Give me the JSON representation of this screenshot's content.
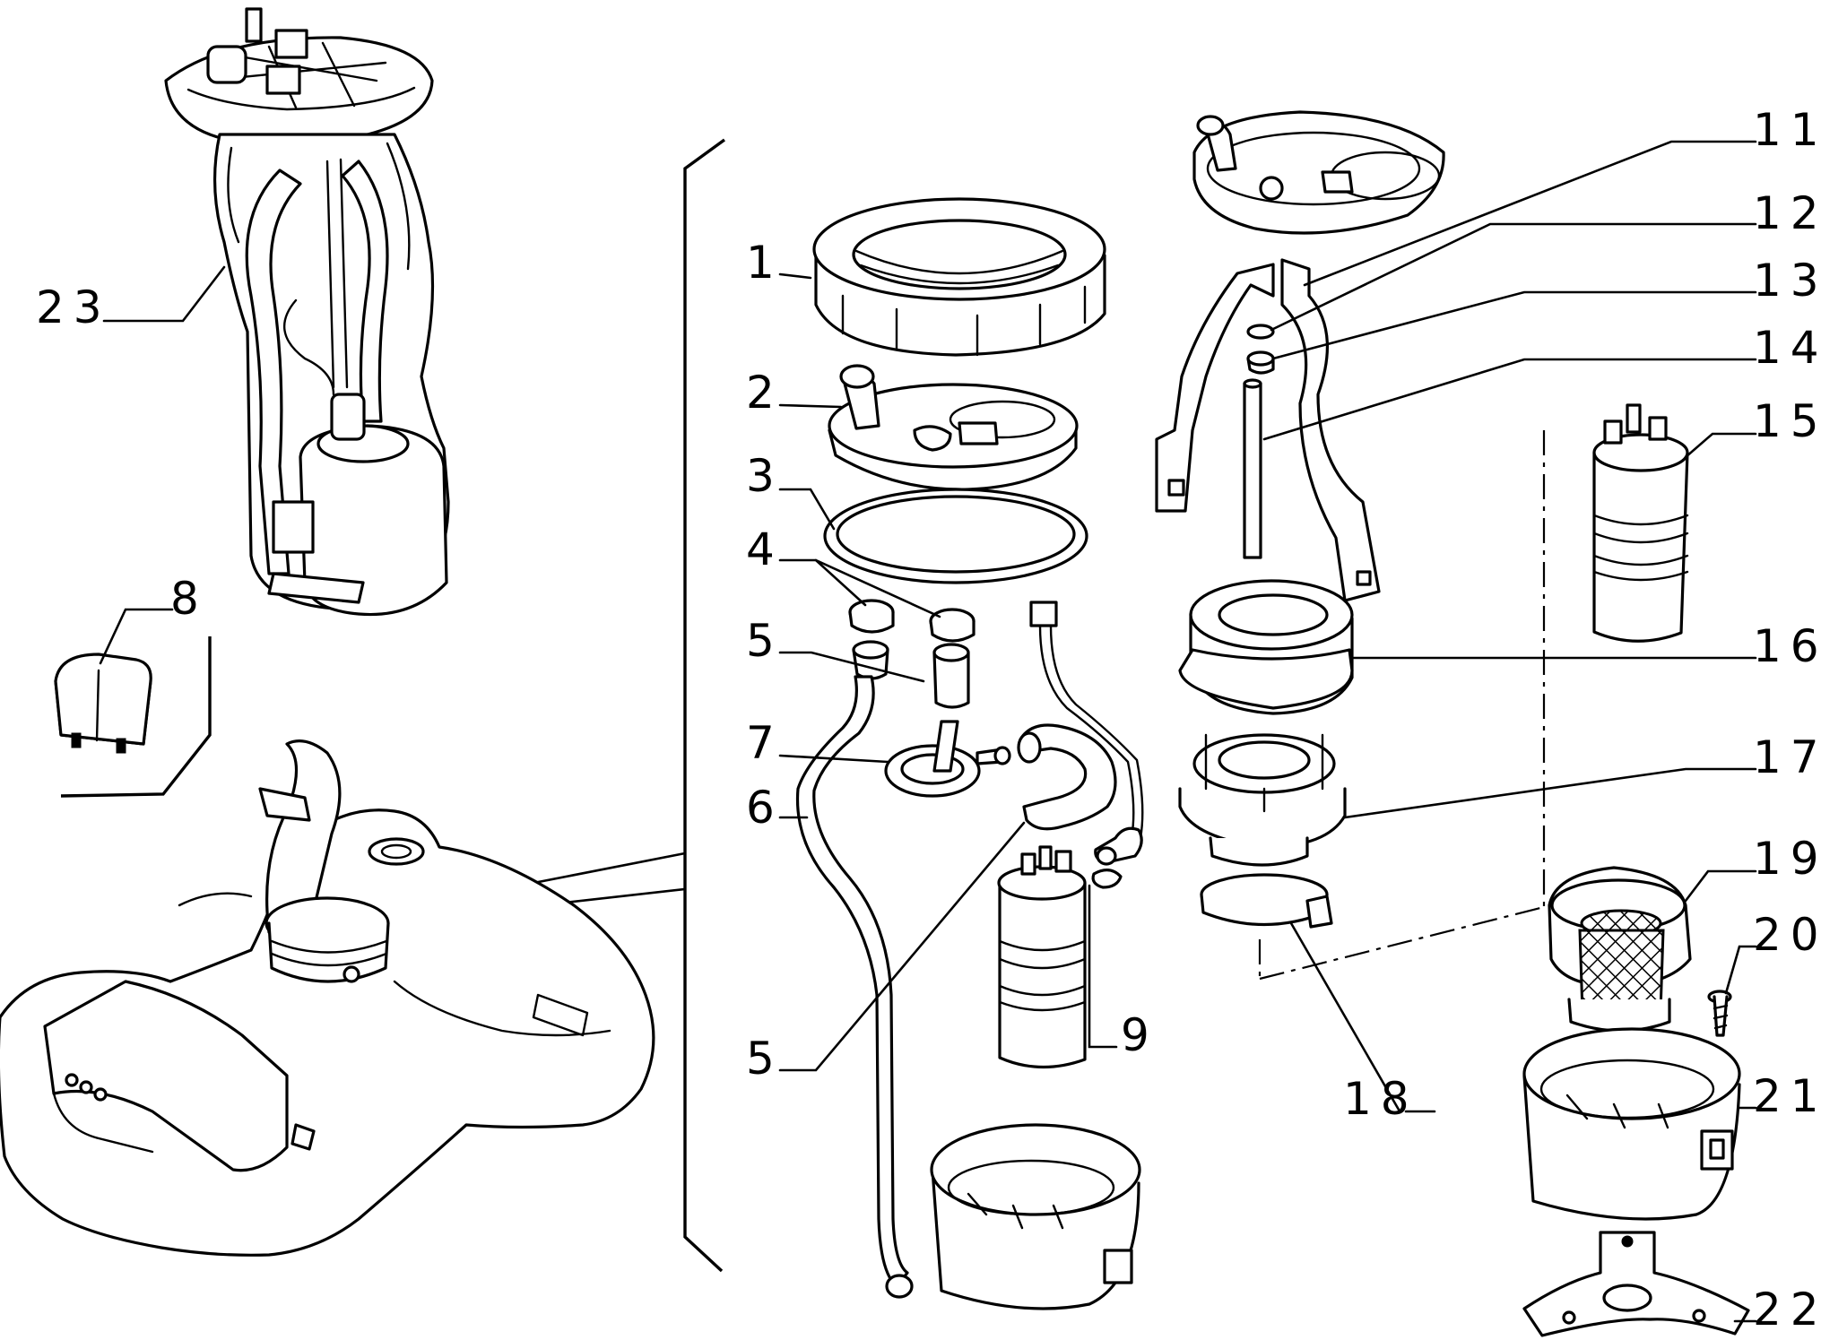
{
  "callouts": [
    {
      "id": "1",
      "label": "1"
    },
    {
      "id": "2",
      "label": "2"
    },
    {
      "id": "3",
      "label": "3"
    },
    {
      "id": "4",
      "label": "4"
    },
    {
      "id": "5a",
      "label": "5"
    },
    {
      "id": "5b",
      "label": "5"
    },
    {
      "id": "6",
      "label": "6"
    },
    {
      "id": "7",
      "label": "7"
    },
    {
      "id": "8",
      "label": "8"
    },
    {
      "id": "9",
      "label": "9"
    },
    {
      "id": "11",
      "label": "11"
    },
    {
      "id": "12",
      "label": "12"
    },
    {
      "id": "13",
      "label": "13"
    },
    {
      "id": "14",
      "label": "14"
    },
    {
      "id": "15",
      "label": "15"
    },
    {
      "id": "16",
      "label": "16"
    },
    {
      "id": "17",
      "label": "17"
    },
    {
      "id": "18",
      "label": "18"
    },
    {
      "id": "19",
      "label": "19"
    },
    {
      "id": "20",
      "label": "20"
    },
    {
      "id": "21",
      "label": "21"
    },
    {
      "id": "22",
      "label": "22"
    },
    {
      "id": "23",
      "label": "23"
    }
  ]
}
